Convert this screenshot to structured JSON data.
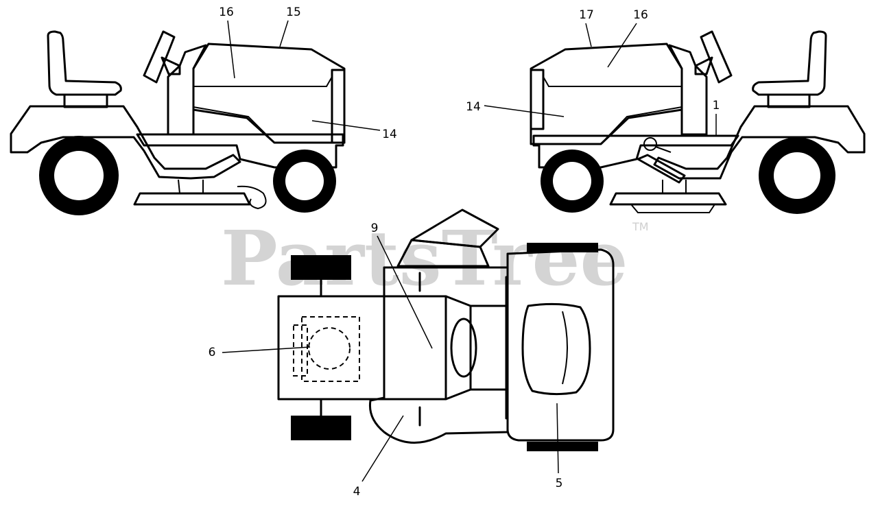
{
  "watermark": {
    "text": "PartsTree",
    "trademark": "TM"
  },
  "callouts": {
    "left_view": {
      "c16": "16",
      "c15": "15",
      "c14": "14"
    },
    "right_view": {
      "c17": "17",
      "c16": "16",
      "c14": "14",
      "c1": "1"
    },
    "top_view": {
      "c9": "9",
      "c6": "6",
      "c4": "4",
      "c5": "5"
    }
  },
  "colors": {
    "line": "#000000",
    "watermark": "#d4d4d4",
    "background": "#ffffff"
  }
}
